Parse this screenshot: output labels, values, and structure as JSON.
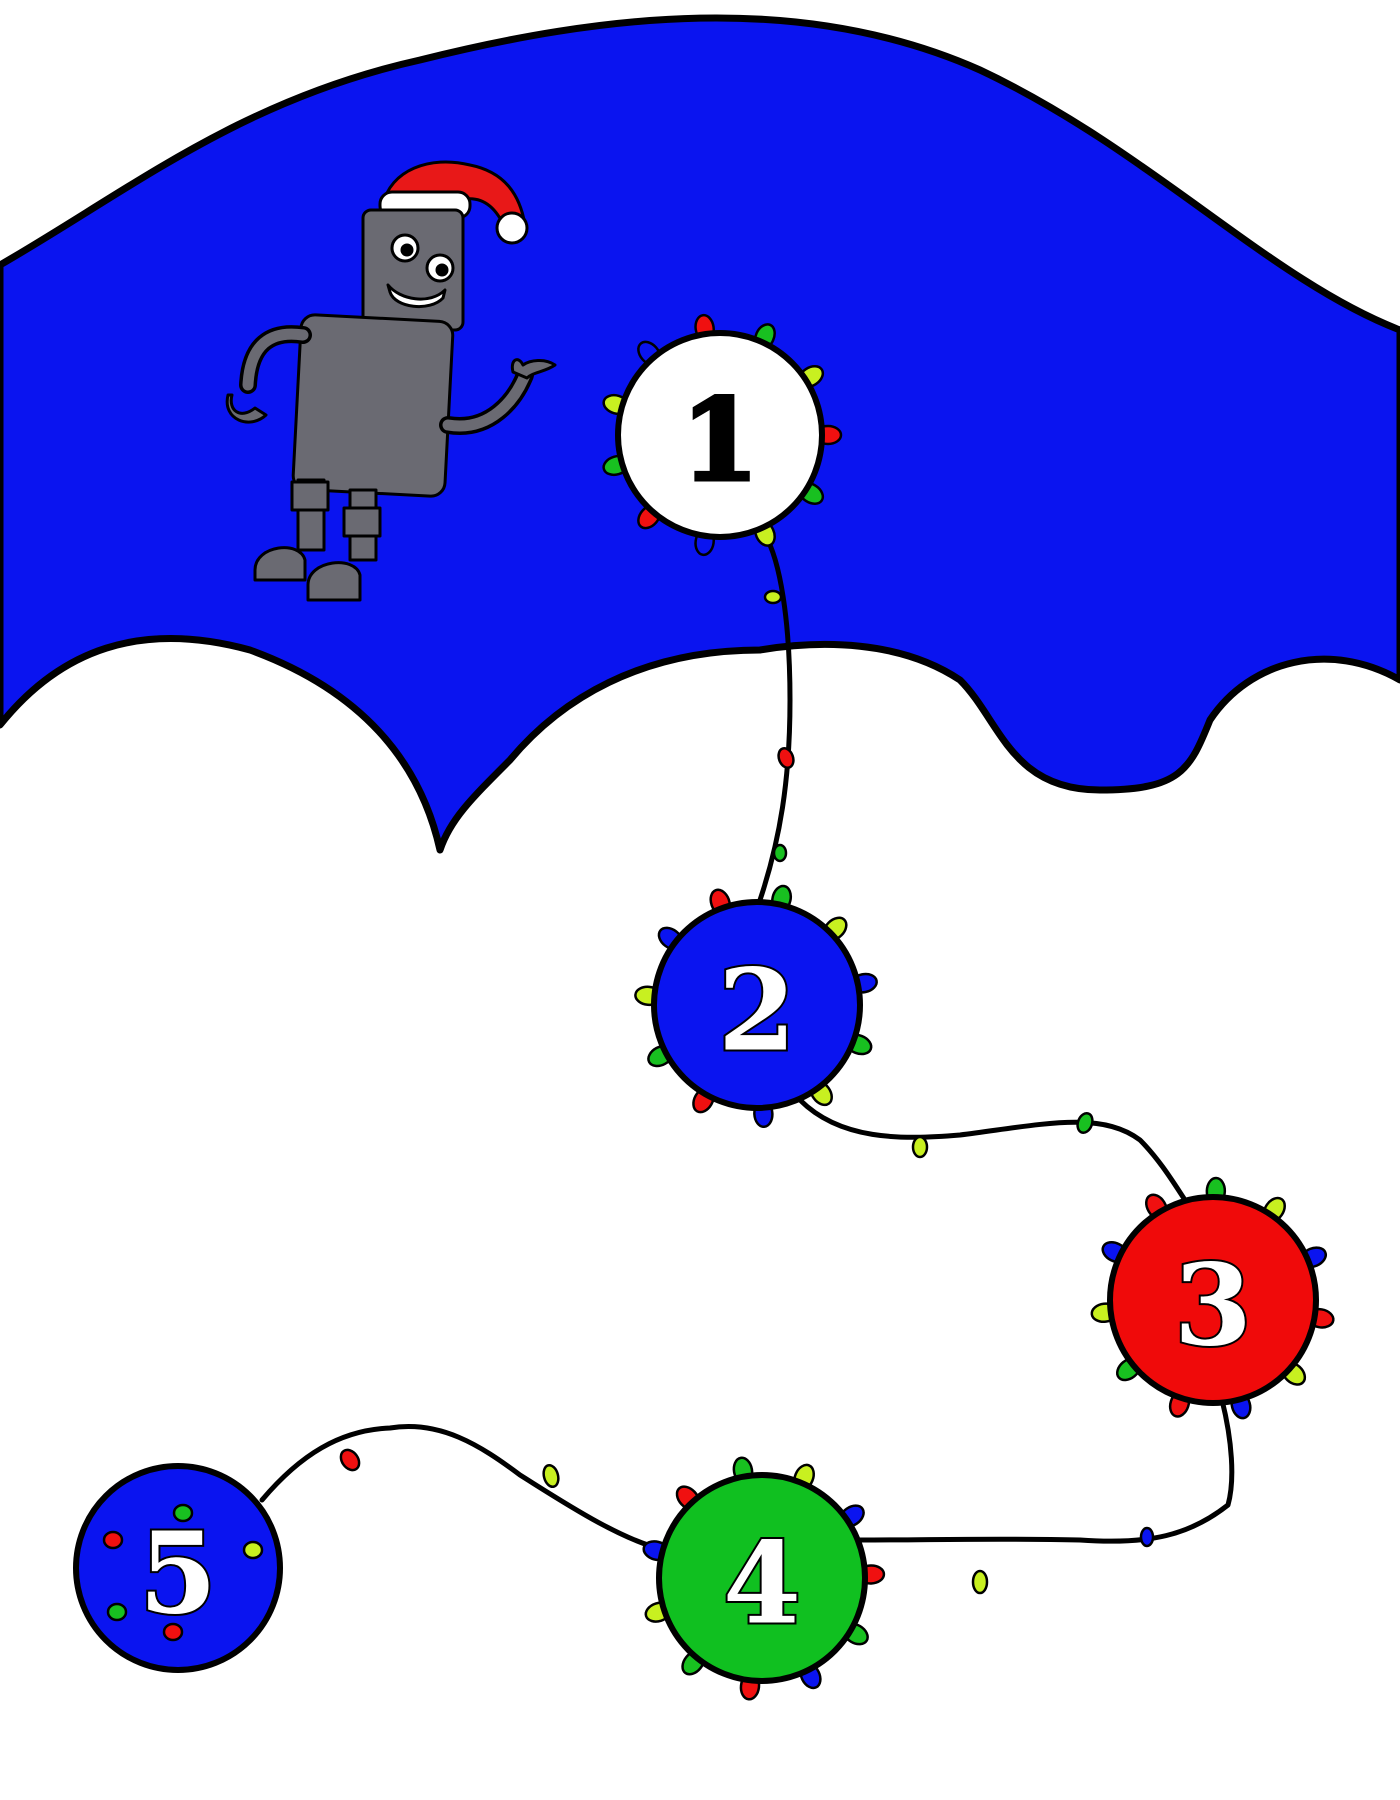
{
  "board": {
    "sky_color": "#0a14f0",
    "line_color": "#000000",
    "light_colors": [
      "#f01010",
      "#18c020",
      "#c8f020",
      "#0a14f0"
    ]
  },
  "robot": {
    "icon": "robot-with-santa-hat-icon",
    "hat_color": "#e81818",
    "body_color": "#6a6a72"
  },
  "path": {
    "spaces": [
      {
        "label": "1",
        "fill": "#ffffff",
        "text_color": "#000000"
      },
      {
        "label": "2",
        "fill": "#0a14f0",
        "text_color": "#ffffff"
      },
      {
        "label": "3",
        "fill": "#f00a0a",
        "text_color": "#ffffff"
      },
      {
        "label": "4",
        "fill": "#10c020",
        "text_color": "#ffffff"
      },
      {
        "label": "5",
        "fill": "#0a14f0",
        "text_color": "#ffffff"
      }
    ]
  }
}
